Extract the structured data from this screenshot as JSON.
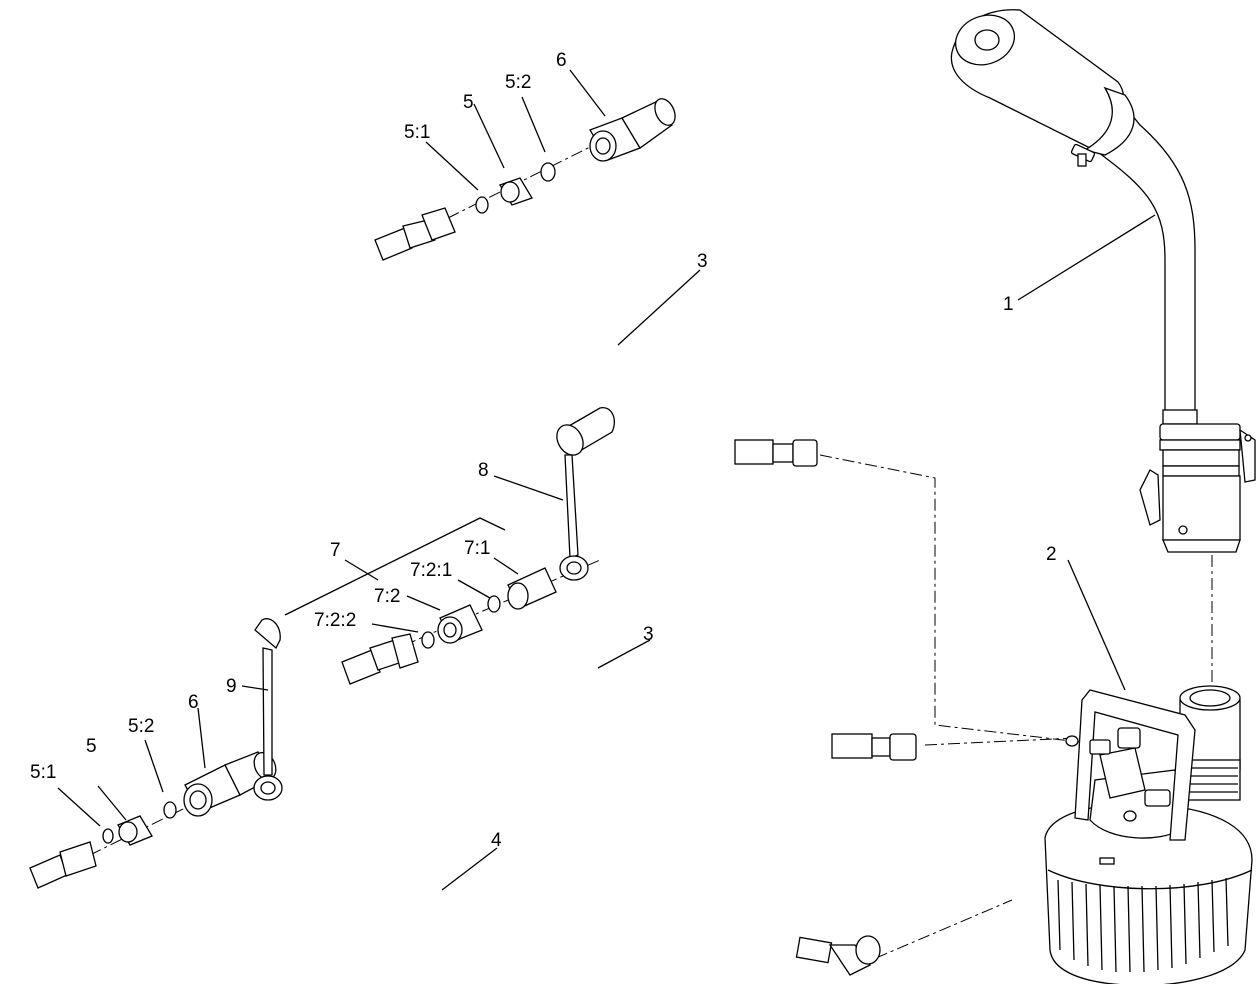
{
  "callouts": {
    "c1": "1",
    "c2": "2",
    "c3a": "3",
    "c3b": "3",
    "c4": "4",
    "c5a": "5",
    "c5b": "5",
    "c51a": "5:1",
    "c51b": "5:1",
    "c52a": "5:2",
    "c52b": "5:2",
    "c6a": "6",
    "c6b": "6",
    "c7": "7",
    "c71": "7:1",
    "c721": "7:2:1",
    "c72": "7:2",
    "c722": "7:2:2",
    "c8": "8",
    "c9": "9"
  }
}
